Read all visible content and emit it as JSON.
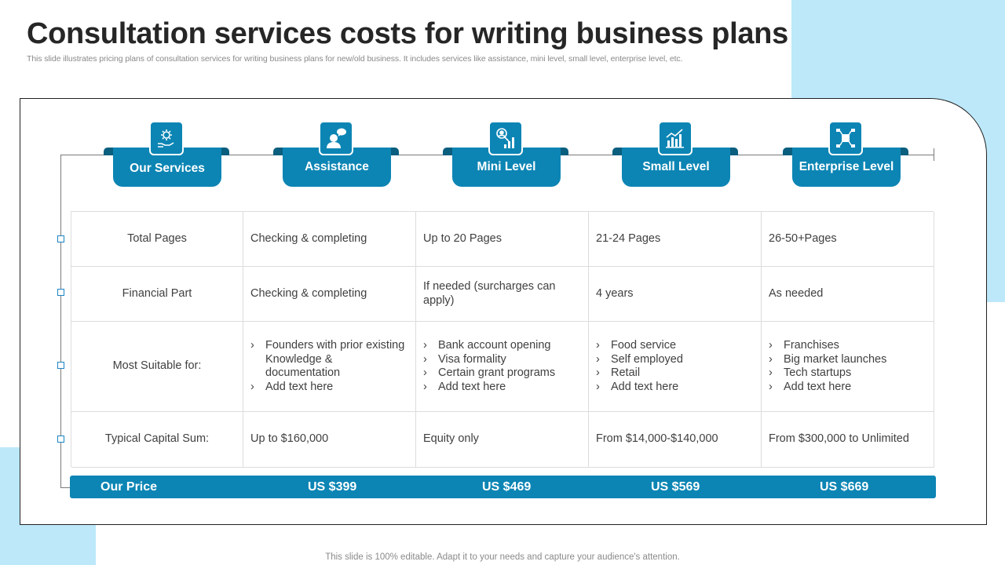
{
  "slide": {
    "title": "Consultation services costs for writing business plans",
    "subtitle": "This slide illustrates pricing plans of consultation services for writing business plans for new/old business. It includes services like assistance, mini level, small level, enterprise level, etc.",
    "footer": "This slide is 100% editable. Adapt it to your needs and capture your audience's attention."
  },
  "colors": {
    "accent": "#0c85b4",
    "accent_dark": "#0a5e7e",
    "light_bg": "#bde8fa"
  },
  "columns": [
    {
      "label": "Our Services",
      "icon": "hand-gear-icon"
    },
    {
      "label": "Assistance",
      "icon": "person-chat-icon"
    },
    {
      "label": "Mini Level",
      "icon": "person-chart-icon"
    },
    {
      "label": "Small Level",
      "icon": "bar-chart-icon"
    },
    {
      "label": "Enterprise Level",
      "icon": "network-icon"
    }
  ],
  "rows": {
    "total_pages": {
      "label": "Total Pages",
      "values": [
        "Checking & completing",
        "Up to 20 Pages",
        "21-24 Pages",
        "26-50+Pages"
      ]
    },
    "financial_part": {
      "label": "Financial Part",
      "values": [
        "Checking & completing",
        "If needed (surcharges can apply)",
        "4 years",
        "As needed"
      ]
    },
    "most_suitable": {
      "label": "Most Suitable for:",
      "assistance": [
        "Founders with prior existing Knowledge & documentation",
        "Add text here"
      ],
      "mini": [
        "Bank account opening",
        "Visa formality",
        "Certain grant programs",
        "Add text here"
      ],
      "small": [
        "Food service",
        "Self employed",
        "Retail",
        "Add text here"
      ],
      "enterprise": [
        "Franchises",
        "Big market launches",
        "Tech startups",
        "Add text here"
      ]
    },
    "capital_sum": {
      "label": "Typical Capital Sum:",
      "values": [
        "Up to $160,000",
        "Equity only",
        "From $14,000-$140,000",
        "From $300,000 to Unlimited"
      ]
    }
  },
  "price": {
    "label": "Our Price",
    "values": [
      "US $399",
      "US $469",
      "US $569",
      "US $669"
    ]
  }
}
